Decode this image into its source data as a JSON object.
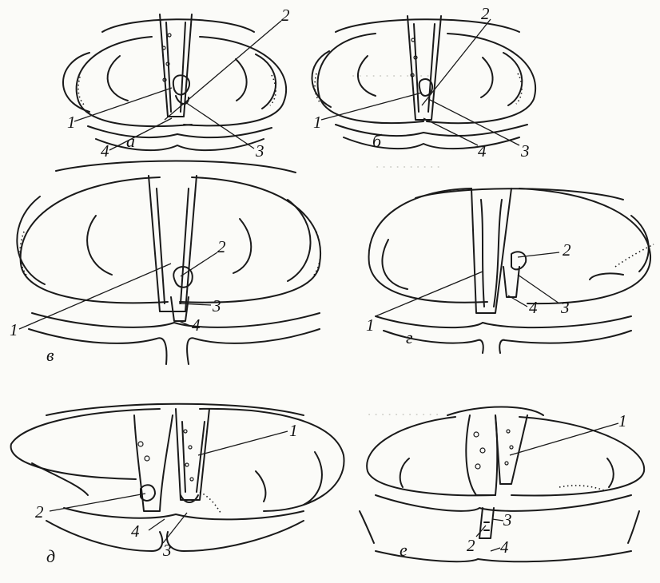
{
  "figure": {
    "panels": [
      {
        "id": "a",
        "letter": "а",
        "labels": [
          "1",
          "2",
          "3",
          "4"
        ]
      },
      {
        "id": "b",
        "letter": "б",
        "labels": [
          "1",
          "2",
          "3",
          "4"
        ]
      },
      {
        "id": "v",
        "letter": "в",
        "labels": [
          "1",
          "2",
          "3",
          "4"
        ]
      },
      {
        "id": "g",
        "letter": "г",
        "labels": [
          "1",
          "2",
          "3",
          "4"
        ]
      },
      {
        "id": "d",
        "letter": "д",
        "labels": [
          "1",
          "2",
          "3",
          "4"
        ]
      },
      {
        "id": "e",
        "letter": "е",
        "labels": [
          "1",
          "2",
          "3",
          "4"
        ]
      }
    ]
  },
  "colors": {
    "ink": "#1a1a1a",
    "paper": "#fbfbf8",
    "bleed_through": "#d2d2cc"
  }
}
